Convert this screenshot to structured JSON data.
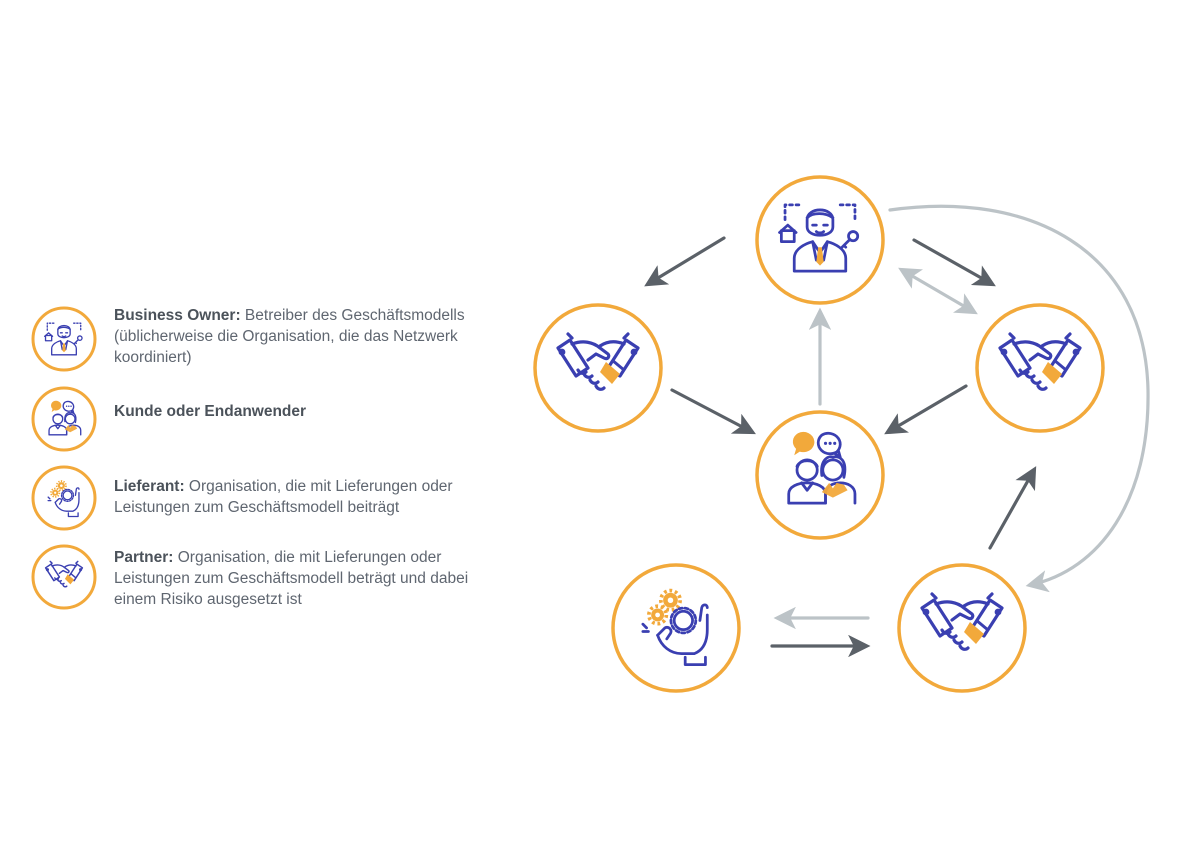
{
  "colors": {
    "ring": "#f2a93b",
    "blue": "#3a3fb1",
    "orange": "#f2a93b",
    "arrow_dark": "#5b6168",
    "arrow_light": "#bcc3c7",
    "text": "#5f6670"
  },
  "legend": [
    {
      "icon": "business-owner-icon",
      "term": "Business Owner:",
      "text": " Betreiber des Geschäftsmodells (üblicherweise die Organisation, die das Netzwerk koordiniert)"
    },
    {
      "icon": "customer-icon",
      "term": "Kunde oder Endanwender",
      "text": ""
    },
    {
      "icon": "supplier-icon",
      "term": "Lieferant:",
      "text": " Organisation, die mit Lieferungen oder Leistungen zum Geschäftsmodell beiträgt"
    },
    {
      "icon": "partner-icon",
      "term": "Partner:",
      "text": " Organisation, die mit Lieferungen oder Leistungen zum Geschäftsmodell beträgt und dabei einem Risiko ausgesetzt ist"
    }
  ],
  "nodes": [
    {
      "id": "owner",
      "icon": "business-owner-icon"
    },
    {
      "id": "partner-left",
      "icon": "partner-icon"
    },
    {
      "id": "partner-right",
      "icon": "partner-icon"
    },
    {
      "id": "customer",
      "icon": "customer-icon"
    },
    {
      "id": "supplier",
      "icon": "supplier-icon"
    },
    {
      "id": "partner-bottom",
      "icon": "partner-icon"
    }
  ],
  "edges": [
    {
      "from": "owner",
      "to": "partner-left",
      "style": "dark"
    },
    {
      "from": "owner",
      "to": "partner-right",
      "style": "dark"
    },
    {
      "from": "partner-right",
      "to": "owner",
      "style": "light-bidirectional"
    },
    {
      "from": "partner-left",
      "to": "customer",
      "style": "dark"
    },
    {
      "from": "partner-right",
      "to": "customer",
      "style": "dark"
    },
    {
      "from": "customer",
      "to": "owner",
      "style": "light"
    },
    {
      "from": "owner",
      "to": "partner-bottom",
      "style": "light-curved"
    },
    {
      "from": "partner-bottom",
      "to": "partner-right",
      "style": "dark"
    },
    {
      "from": "supplier",
      "to": "partner-bottom",
      "style": "dark"
    },
    {
      "from": "partner-bottom",
      "to": "supplier",
      "style": "light"
    }
  ]
}
